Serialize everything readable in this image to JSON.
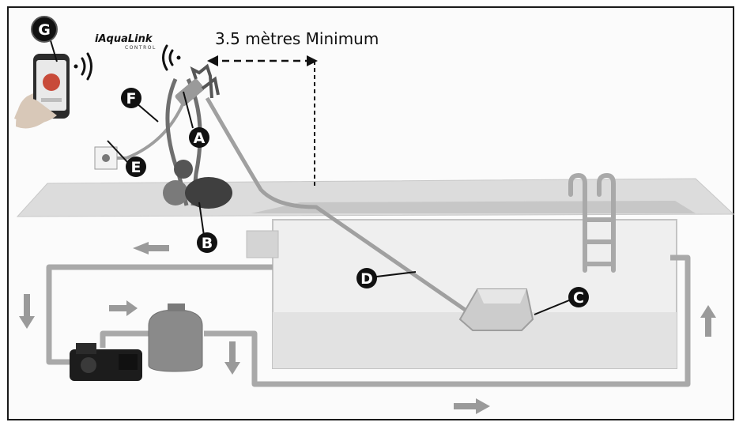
{
  "distance_label": "3.5 mètres Minimum",
  "logo": {
    "main": "AquaLink",
    "sub": "CONTROL"
  },
  "callouts": [
    {
      "letter": "A",
      "key": "a"
    },
    {
      "letter": "B",
      "key": "b"
    },
    {
      "letter": "C",
      "key": "c"
    },
    {
      "letter": "D",
      "key": "d"
    },
    {
      "letter": "E",
      "key": "e"
    },
    {
      "letter": "F",
      "key": "f"
    },
    {
      "letter": "G",
      "key": "g"
    }
  ],
  "icons": [
    "smartphone-icon",
    "wifi-signal-icon",
    "flow-arrow-icon"
  ],
  "colors": {
    "pipe": "#a9a9a9",
    "water": "#e6e6e6",
    "deck": "#d9d9d9",
    "callout": "#111111",
    "outline": "#1a1a1a"
  }
}
